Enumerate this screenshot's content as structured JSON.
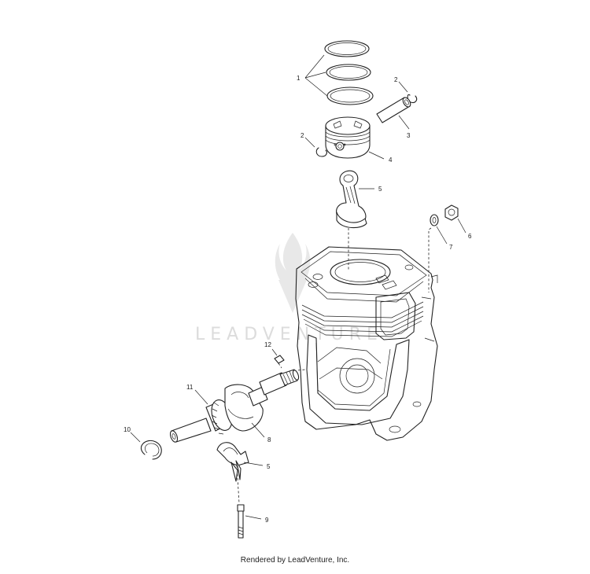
{
  "watermark": {
    "text": "LEADVENTURE",
    "logo_icon": "leadventure-flame-logo-icon"
  },
  "callouts": [
    "1",
    "2",
    "3",
    "2",
    "4",
    "5",
    "6",
    "7",
    "12",
    "11",
    "10",
    "8",
    "5",
    "9"
  ],
  "footer": {
    "text": "Rendered by LeadVenture, Inc."
  }
}
